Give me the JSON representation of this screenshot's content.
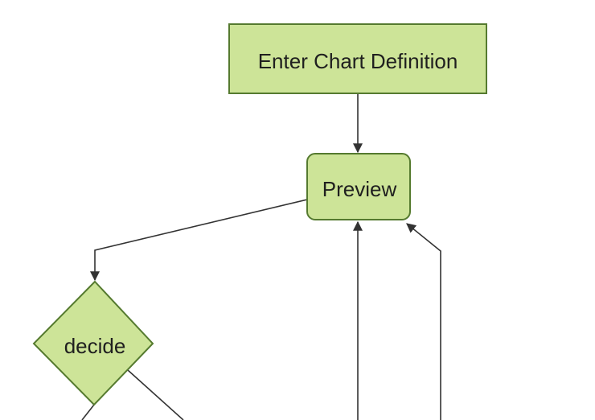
{
  "diagram": {
    "type": "flowchart",
    "direction": "top-down",
    "theme": {
      "background": "#ffffff",
      "node_fill": "#cde498",
      "node_stroke": "#557a2f",
      "edge_color": "#333333",
      "text_color": "#1f1f1f"
    },
    "nodes": [
      {
        "id": "enter-chart-definition",
        "label": "Enter Chart Definition",
        "shape": "rectangle"
      },
      {
        "id": "preview",
        "label": "Preview",
        "shape": "rounded-rectangle"
      },
      {
        "id": "decide",
        "label": "decide",
        "shape": "diamond"
      }
    ],
    "edges": [
      {
        "from": "enter-chart-definition",
        "to": "preview",
        "arrow": true
      },
      {
        "from": "preview",
        "to": "decide",
        "arrow": true
      },
      {
        "from": "offscreen-bottom",
        "to": "preview",
        "arrow": true
      },
      {
        "from": "offscreen-bottom-right",
        "to": "preview",
        "arrow": true
      },
      {
        "from": "decide",
        "to": "offscreen-bottom-left",
        "arrow": false
      },
      {
        "from": "decide",
        "to": "offscreen-bottom-right",
        "arrow": false
      }
    ]
  }
}
